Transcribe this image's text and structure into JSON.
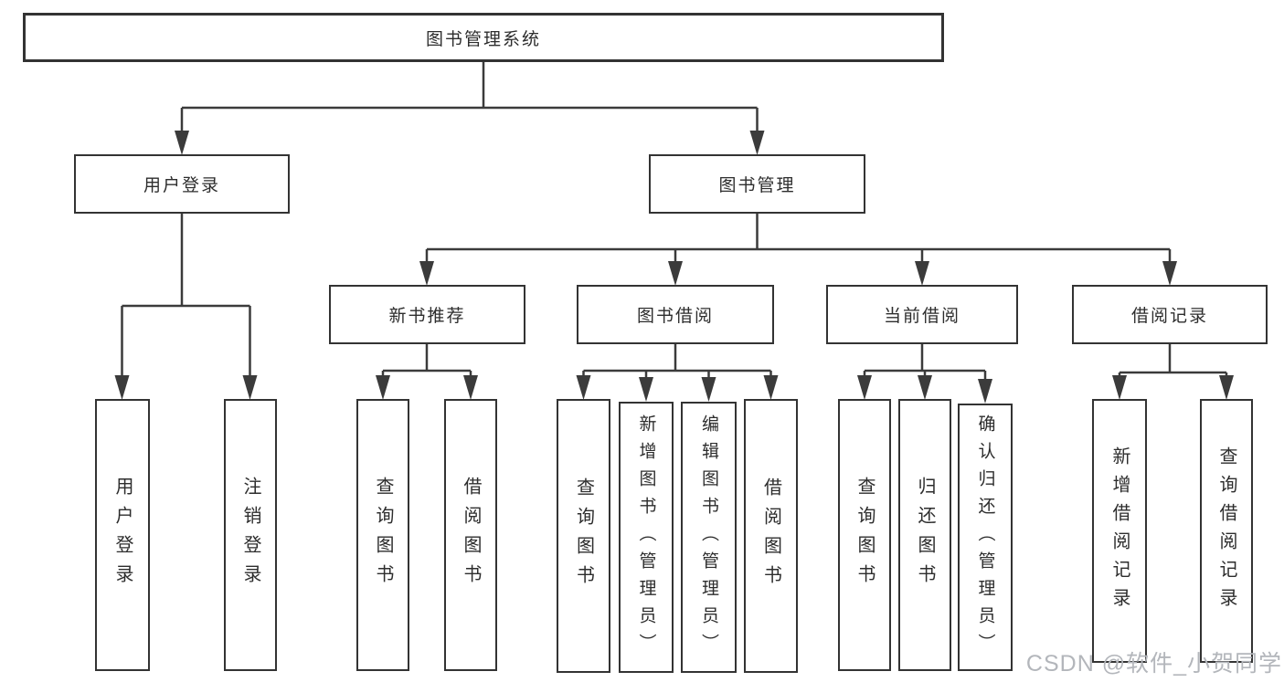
{
  "diagram": {
    "title_note": "functional structure tree",
    "root": {
      "label": "图书管理系统"
    },
    "level2": [
      {
        "label": "用户登录"
      },
      {
        "label": "图书管理"
      }
    ],
    "level3": [
      {
        "label": "新书推荐"
      },
      {
        "label": "图书借阅"
      },
      {
        "label": "当前借阅"
      },
      {
        "label": "借阅记录"
      }
    ],
    "leaves": {
      "user_login": [
        {
          "label": "用户登录"
        },
        {
          "label": "注销登录"
        }
      ],
      "new_book": [
        {
          "label": "查询图书"
        },
        {
          "label": "借阅图书"
        }
      ],
      "book_borrow": [
        {
          "label": "查询图书"
        },
        {
          "label": "新增图书（管理员）"
        },
        {
          "label": "编辑图书（管理员）"
        },
        {
          "label": "借阅图书"
        }
      ],
      "current_borrow": [
        {
          "label": "查询图书"
        },
        {
          "label": "归还图书"
        },
        {
          "label": "确认归还（管理员）"
        }
      ],
      "borrow_record": [
        {
          "label": "新增借阅记录"
        },
        {
          "label": "查询借阅记录"
        }
      ]
    },
    "watermark": "CSDN @软件_小贺同学",
    "colors": {
      "line": "#3b3b3b",
      "box_border": "#333333",
      "box_fill": "#ffffff",
      "text": "#2d2d2d",
      "watermark": "#b3b6bb",
      "background": "#ffffff"
    }
  }
}
